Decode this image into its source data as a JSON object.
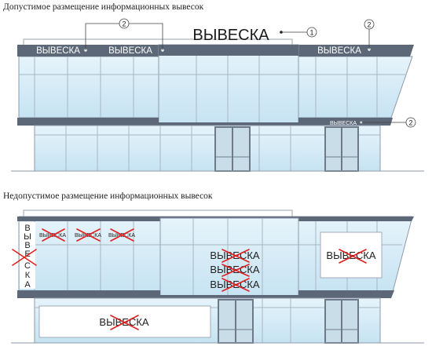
{
  "sections": {
    "allowed_title": "Допустимое размещение информационных вывесок",
    "forbidden_title": "Недопустимое размещение информационных вывесок"
  },
  "top": {
    "sign_big": "ВЫВЕСКА",
    "sign_band_1": "ВЫВЕСКА",
    "sign_band_2": "ВЫВЕСКА",
    "sign_band_3": "ВЫВЕСКА",
    "sign_small": "ВЫВЕСКА",
    "callout_1": "1",
    "callout_2a": "2",
    "callout_2b": "2",
    "callout_2c": "2"
  },
  "bottom": {
    "vertical_letters": [
      "В",
      "Ы",
      "В",
      "Е",
      "С",
      "К",
      "А"
    ],
    "small_1": "ВЫВЕСКА",
    "small_2": "ВЫВЕСКА",
    "small_3": "ВЫВЕСКА",
    "center_1": "ВЫВЕСКА",
    "center_2": "ВЫВЕСКА",
    "center_3": "ВЫВЕСКА",
    "right_panel": "ВЫВЕСКА",
    "lower_panel": "ВЫВЕСКА"
  },
  "colors": {
    "glass": "#d4ecf7",
    "band": "#5c6778",
    "frame": "#8f9aa8",
    "cross": "#e02020"
  }
}
